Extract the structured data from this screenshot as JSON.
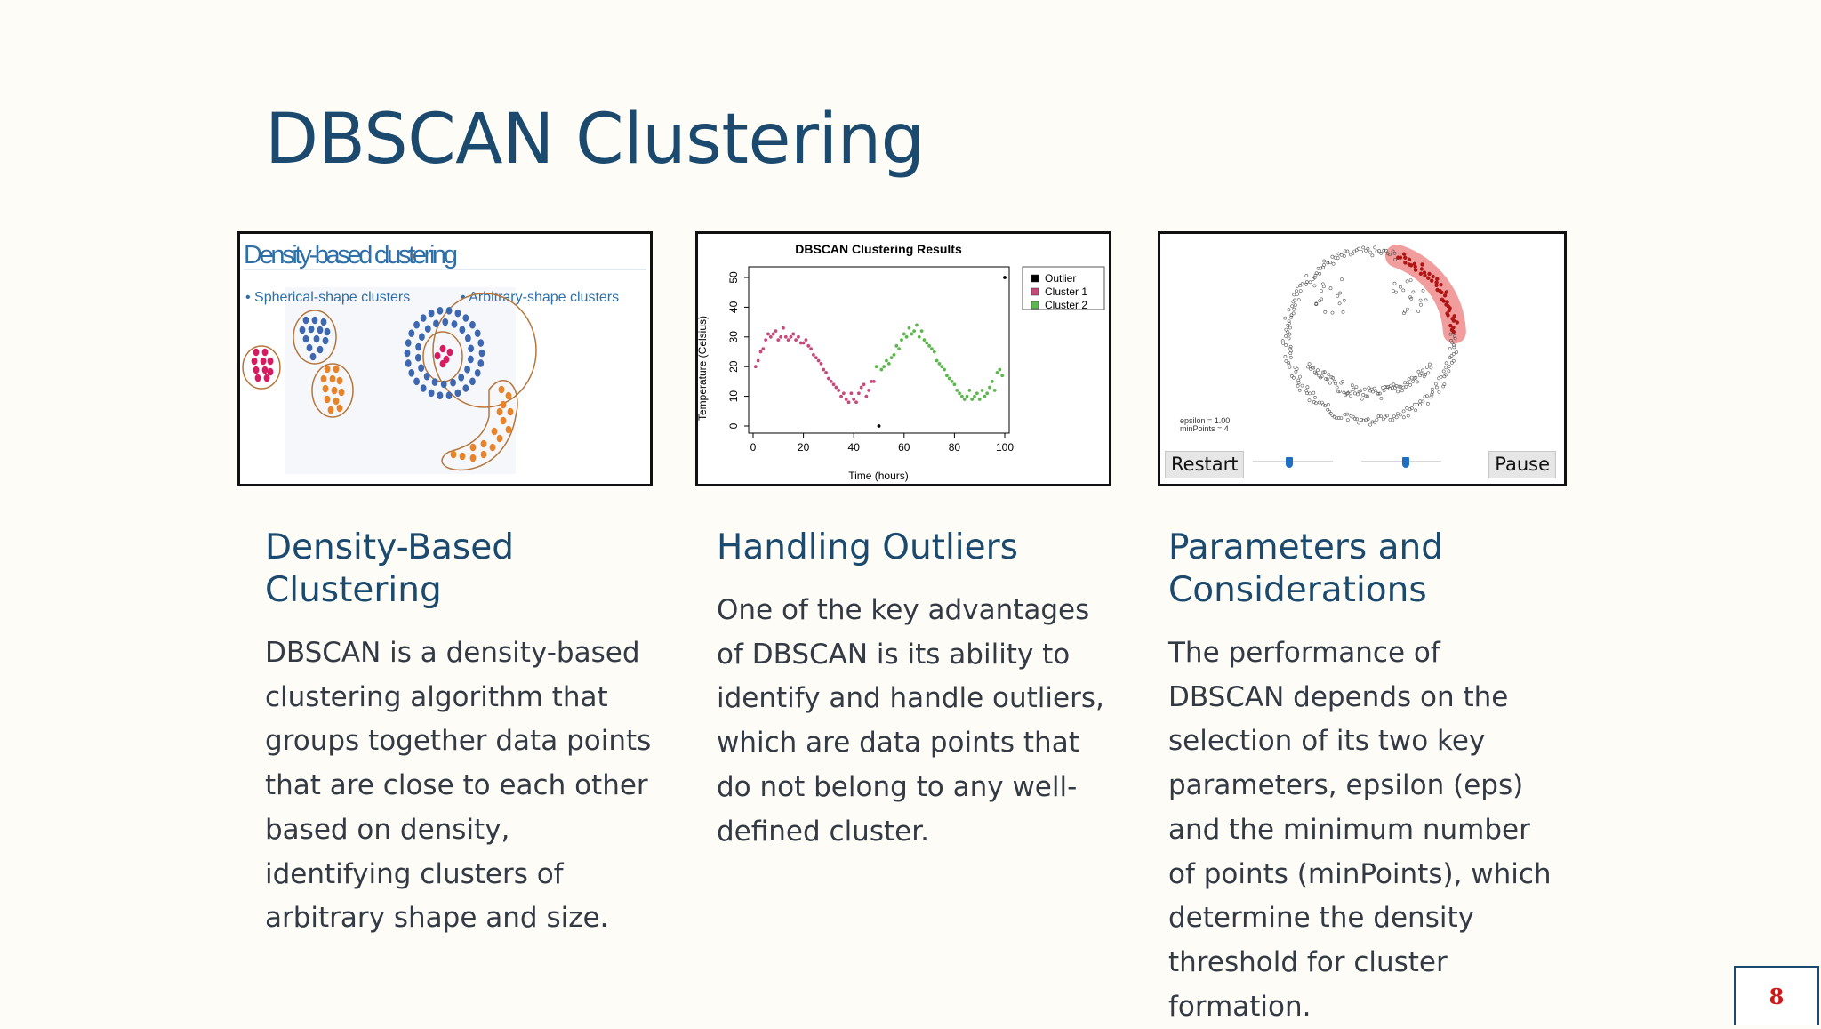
{
  "slide": {
    "title": "DBSCAN Clustering",
    "page_number": "8"
  },
  "images": {
    "density": {
      "heading": "Density-based clustering",
      "left_caption": "• Spherical-shape clusters",
      "right_caption": "• Arbitrary-shape clusters"
    },
    "results_chart": {
      "title": "DBSCAN Clustering Results"
    },
    "animation": {
      "epsilon_label": "epsilon = 1.00",
      "minpoints_label": "minPoints = 4",
      "restart_label": "Restart",
      "pause_label": "Pause",
      "slider_epsilon_value": 0.45,
      "slider_minpoints_value": 0.55
    }
  },
  "columns": [
    {
      "heading": "Density-Based Clustering",
      "heading_line1": "Density-Based",
      "heading_line2": "Clustering",
      "body": "DBSCAN is a density-based clustering algorithm that groups together data points that are close to each other based on density, identifying clusters of arbitrary shape and size."
    },
    {
      "heading": "Handling Outliers",
      "body": "One of the key advantages of DBSCAN is its ability to identify and handle outliers, which are data points that do not belong to any well-defined cluster."
    },
    {
      "heading": "Parameters and Considerations",
      "heading_line1": "Parameters and",
      "heading_line2": "Considerations",
      "body": "The performance of DBSCAN depends on the selection of its two key parameters, epsilon (eps) and the minimum number of points (minPoints), which determine the density threshold for cluster formation."
    }
  ],
  "chart_data": {
    "type": "scatter",
    "title": "DBSCAN Clustering Results",
    "xlabel": "Time (hours)",
    "ylabel": "Temperature (Celsius)",
    "xlim": [
      0,
      100
    ],
    "ylim": [
      0,
      50
    ],
    "x_ticks": [
      "0",
      "20",
      "40",
      "60",
      "80",
      "100"
    ],
    "y_ticks": [
      "0",
      "10",
      "20",
      "30",
      "40",
      "50"
    ],
    "legend_position": "top-right",
    "series": [
      {
        "name": "Outlier",
        "color": "#000000",
        "points": [
          [
            50,
            0
          ],
          [
            100,
            50
          ]
        ]
      },
      {
        "name": "Cluster 1",
        "color": "#c8487a",
        "points": [
          [
            1,
            20
          ],
          [
            2,
            22
          ],
          [
            3,
            25
          ],
          [
            4,
            26
          ],
          [
            5,
            29
          ],
          [
            6,
            31
          ],
          [
            7,
            30
          ],
          [
            8,
            31
          ],
          [
            9,
            32
          ],
          [
            10,
            29
          ],
          [
            11,
            30
          ],
          [
            12,
            33
          ],
          [
            13,
            30
          ],
          [
            14,
            29
          ],
          [
            15,
            30
          ],
          [
            16,
            31
          ],
          [
            17,
            29
          ],
          [
            18,
            30
          ],
          [
            19,
            28
          ],
          [
            20,
            28
          ],
          [
            21,
            29
          ],
          [
            22,
            27
          ],
          [
            23,
            26
          ],
          [
            24,
            24
          ],
          [
            25,
            23
          ],
          [
            26,
            22
          ],
          [
            27,
            21
          ],
          [
            28,
            19
          ],
          [
            29,
            18
          ],
          [
            30,
            16
          ],
          [
            31,
            15
          ],
          [
            32,
            14
          ],
          [
            33,
            13
          ],
          [
            34,
            12
          ],
          [
            35,
            10
          ],
          [
            36,
            11
          ],
          [
            37,
            9
          ],
          [
            38,
            8
          ],
          [
            39,
            11
          ],
          [
            40,
            9
          ],
          [
            41,
            8
          ],
          [
            42,
            11
          ],
          [
            43,
            13
          ],
          [
            44,
            14
          ],
          [
            45,
            10
          ],
          [
            46,
            12
          ],
          [
            47,
            15
          ],
          [
            48,
            15
          ]
        ]
      },
      {
        "name": "Cluster 2",
        "color": "#5cb84c",
        "points": [
          [
            49,
            20
          ],
          [
            51,
            19
          ],
          [
            52,
            20
          ],
          [
            53,
            22
          ],
          [
            54,
            21
          ],
          [
            55,
            23
          ],
          [
            56,
            24
          ],
          [
            57,
            27
          ],
          [
            58,
            26
          ],
          [
            59,
            29
          ],
          [
            60,
            31
          ],
          [
            61,
            30
          ],
          [
            62,
            33
          ],
          [
            63,
            31
          ],
          [
            64,
            32
          ],
          [
            65,
            34
          ],
          [
            66,
            30
          ],
          [
            67,
            32
          ],
          [
            68,
            29
          ],
          [
            69,
            28
          ],
          [
            70,
            27
          ],
          [
            71,
            26
          ],
          [
            72,
            25
          ],
          [
            73,
            22
          ],
          [
            74,
            21
          ],
          [
            75,
            20
          ],
          [
            76,
            19
          ],
          [
            77,
            17
          ],
          [
            78,
            16
          ],
          [
            79,
            15
          ],
          [
            80,
            14
          ],
          [
            81,
            12
          ],
          [
            82,
            11
          ],
          [
            83,
            10
          ],
          [
            84,
            9
          ],
          [
            85,
            10
          ],
          [
            86,
            12
          ],
          [
            87,
            9
          ],
          [
            88,
            10
          ],
          [
            89,
            11
          ],
          [
            90,
            9
          ],
          [
            91,
            12
          ],
          [
            92,
            10
          ],
          [
            93,
            11
          ],
          [
            94,
            13
          ],
          [
            95,
            15
          ],
          [
            96,
            12
          ],
          [
            97,
            18
          ],
          [
            98,
            19
          ],
          [
            99,
            17
          ]
        ]
      }
    ]
  },
  "colors": {
    "title": "#1b4a6e",
    "body_text": "#333a44",
    "page_number": "#d01818",
    "background": "#fdfcf6"
  }
}
